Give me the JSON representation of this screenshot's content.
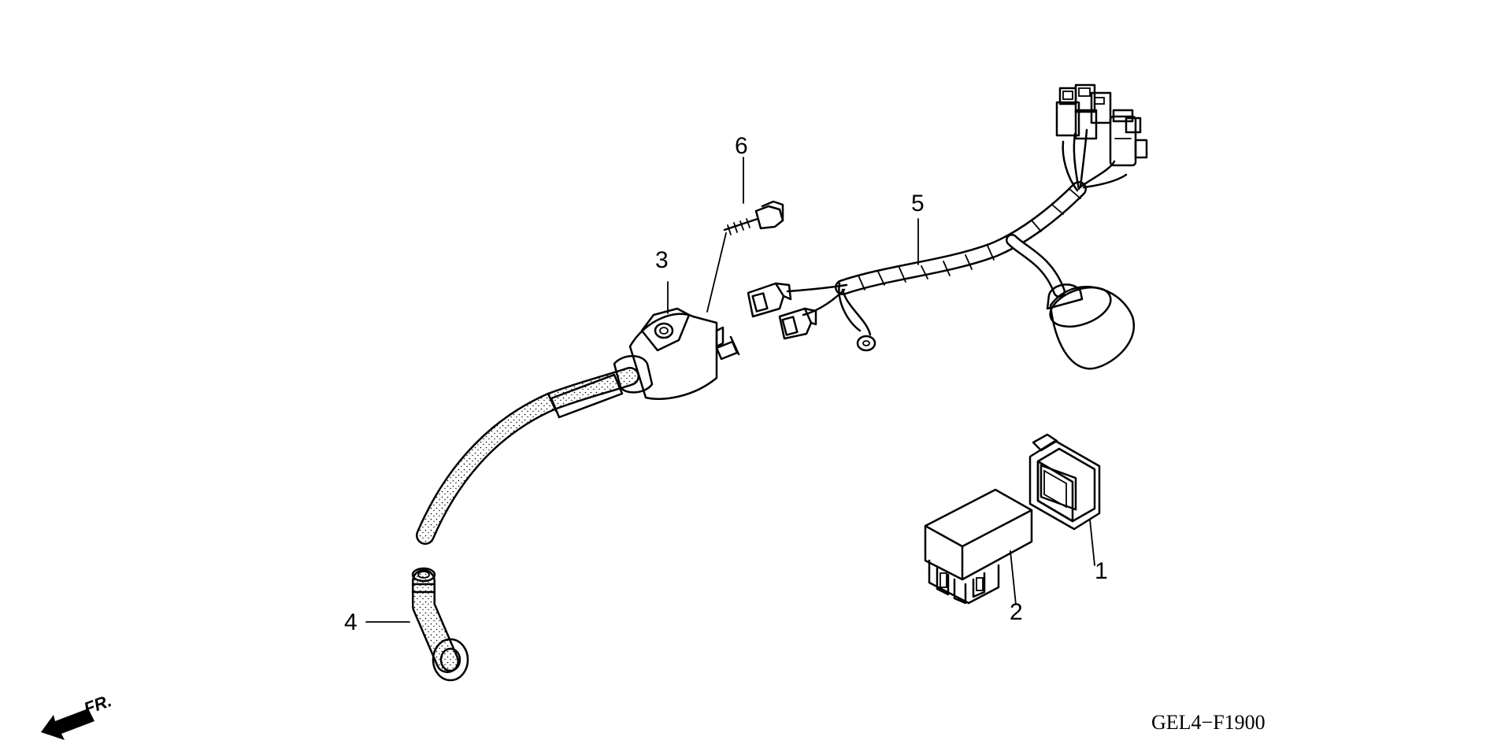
{
  "diagram": {
    "code": "GEL4−F1900",
    "front_indicator": "FR.",
    "callouts": [
      {
        "id": "1",
        "text": "1"
      },
      {
        "id": "2",
        "text": "2"
      },
      {
        "id": "3",
        "text": "3"
      },
      {
        "id": "4",
        "text": "4"
      },
      {
        "id": "5",
        "text": "5"
      },
      {
        "id": "6",
        "text": "6"
      }
    ]
  },
  "colors": {
    "line": "#000000",
    "background": "#ffffff",
    "stipple": "#000000"
  }
}
